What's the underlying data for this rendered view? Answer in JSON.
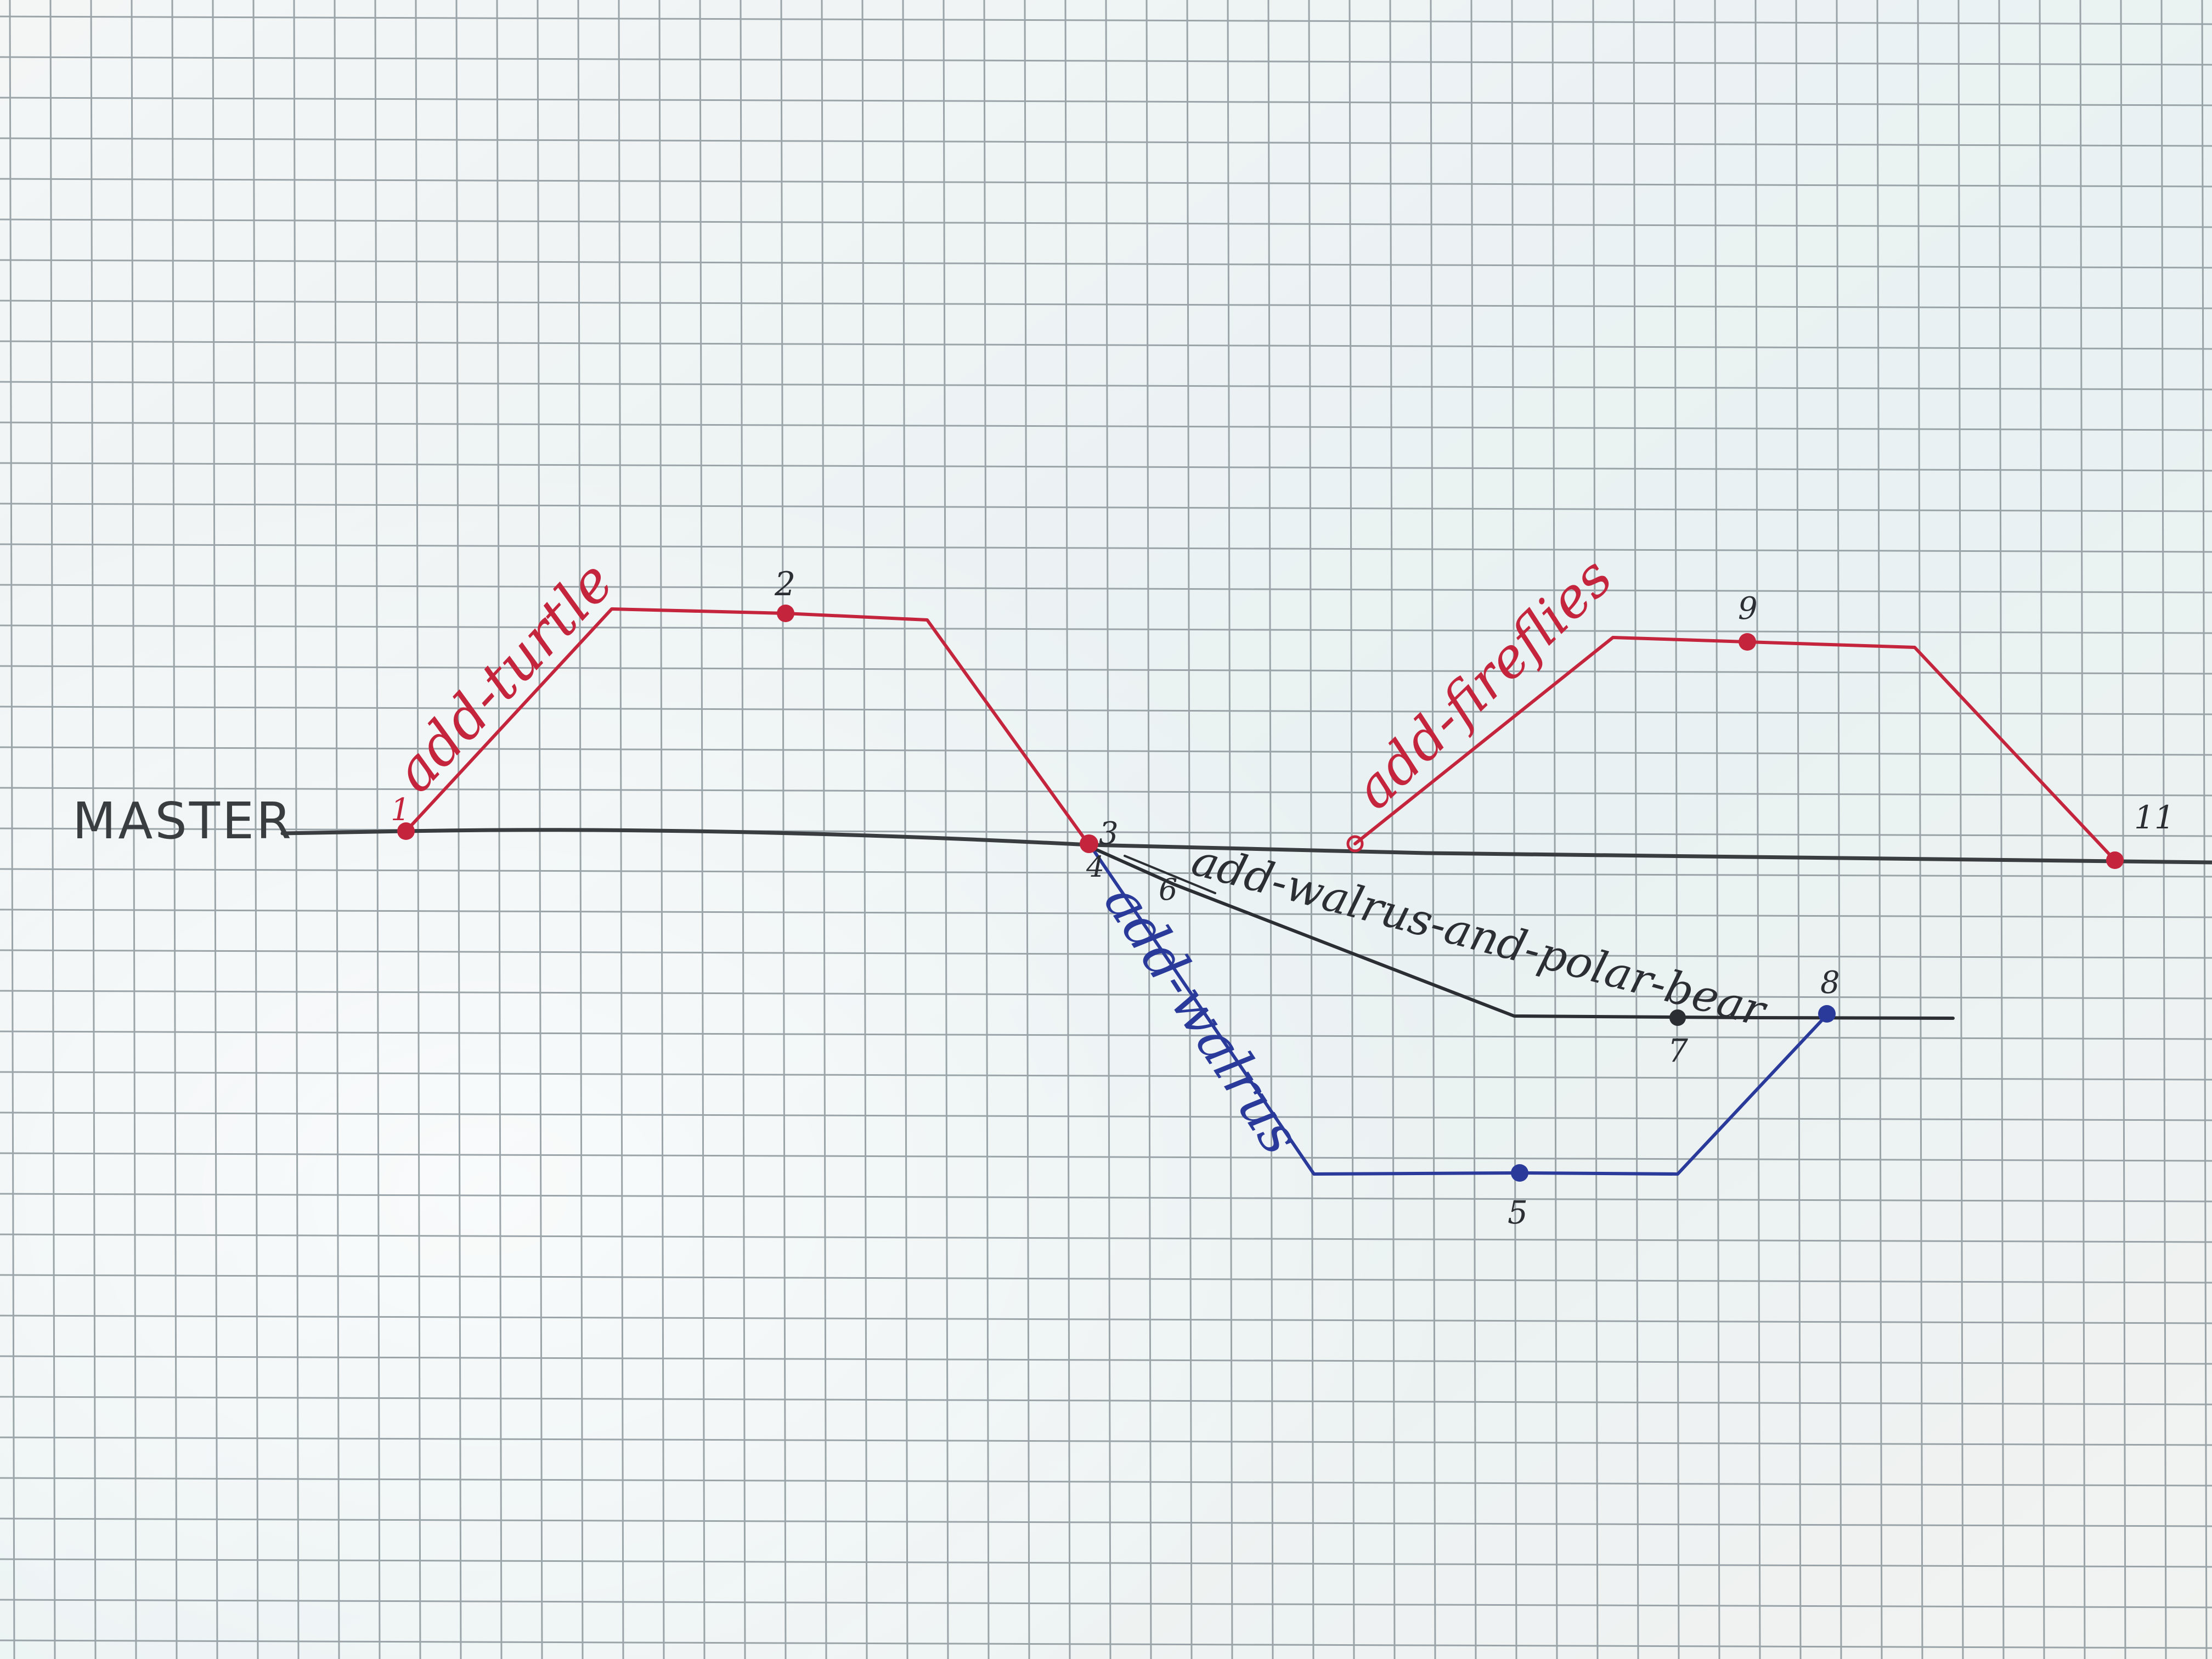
{
  "trunk_label": "MASTER",
  "branches": {
    "turtle": "add-turtle",
    "fireflies": "add-fireflies",
    "walrus": "add-walrus",
    "walrus_polar": "add-walrus-and-polar-bear"
  },
  "commits": {
    "c1": "1",
    "c2": "2",
    "c3": "3",
    "c4": "4",
    "c5": "5",
    "c6": "6",
    "c7": "7",
    "c8": "8",
    "c9": "9",
    "c11": "11"
  },
  "colors": {
    "paper": "#eef2f2",
    "grid": "#8c979c",
    "master": "#3a3d40",
    "red": "#c4243c",
    "blue": "#2a3a9a",
    "black_branch": "#2b2e33"
  }
}
